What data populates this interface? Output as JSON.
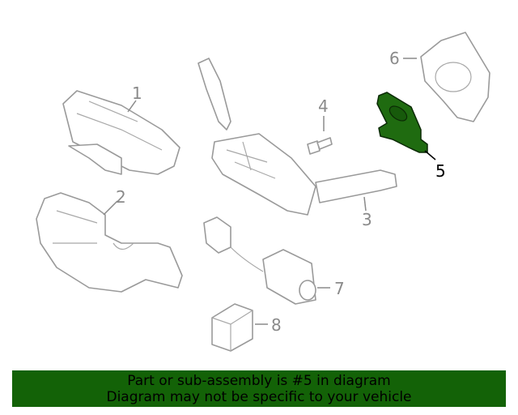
{
  "callouts": [
    "1",
    "2",
    "3",
    "4",
    "5",
    "6",
    "7",
    "8"
  ],
  "highlight_part": "5",
  "highlight_color": "#1f6b10",
  "banner": {
    "line1": "Part or sub-assembly is #5 in diagram",
    "line2": "Diagram may not be specific to your vehicle",
    "color": "#136207"
  }
}
